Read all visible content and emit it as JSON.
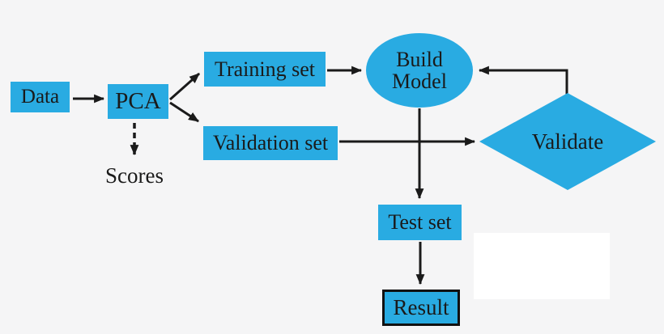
{
  "diagram": {
    "type": "flowchart",
    "colors": {
      "background": "#f5f5f6",
      "node_fill": "#29abe2",
      "line": "#1a1a1a",
      "result_border": "#111111",
      "white_patch": "#ffffff"
    },
    "nodes": {
      "data": {
        "label": "Data",
        "shape": "rectangle"
      },
      "pca": {
        "label": "PCA",
        "shape": "rectangle"
      },
      "scores": {
        "label": "Scores",
        "shape": "plain-text"
      },
      "training_set": {
        "label": "Training set",
        "shape": "rectangle"
      },
      "validation_set": {
        "label": "Validation set",
        "shape": "rectangle"
      },
      "build_model": {
        "label": "Build Model",
        "shape": "ellipse"
      },
      "validate": {
        "label": "Validate",
        "shape": "diamond"
      },
      "test_set": {
        "label": "Test set",
        "shape": "rectangle"
      },
      "result": {
        "label": "Result",
        "shape": "rectangle-black-border"
      }
    },
    "edges": [
      {
        "from": "Data",
        "to": "PCA",
        "style": "solid"
      },
      {
        "from": "PCA",
        "to": "Training set",
        "style": "solid"
      },
      {
        "from": "PCA",
        "to": "Validation set",
        "style": "solid"
      },
      {
        "from": "PCA",
        "to": "Scores",
        "style": "dashed"
      },
      {
        "from": "Training set",
        "to": "Build Model",
        "style": "solid"
      },
      {
        "from": "Validation set",
        "to": "Validate",
        "style": "solid"
      },
      {
        "from": "Build Model",
        "to": "Test set",
        "style": "solid"
      },
      {
        "from": "Validate",
        "to": "Build Model",
        "style": "solid-elbow"
      },
      {
        "from": "Test set",
        "to": "Result",
        "style": "solid"
      }
    ]
  }
}
